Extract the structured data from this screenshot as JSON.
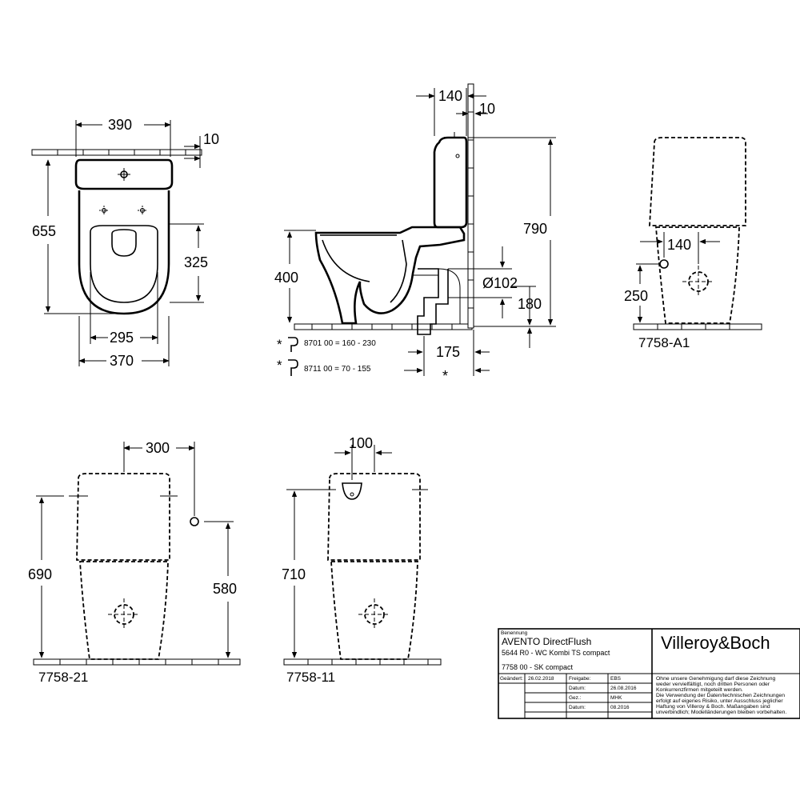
{
  "top_view": {
    "dim_width_top": "390",
    "dim_gap_top": "10",
    "dim_depth": "655",
    "dim_seat_offset": "325",
    "dim_seat_width": "295",
    "dim_bowl_width": "370"
  },
  "side_view": {
    "dim_tank_depth": "140",
    "dim_wall_gap": "10",
    "dim_total_height": "790",
    "dim_seat_height": "400",
    "dim_pipe_diameter": "Ø102",
    "dim_outlet_height": "180",
    "dim_outlet_offset": "175",
    "asterisk": "*",
    "note_1": "8701 00 = 160 - 230",
    "note_2": "8711 00 =  70 -  155"
  },
  "view_a1": {
    "dim_offset": "140",
    "dim_height": "250",
    "label": "7758-A1"
  },
  "view_21": {
    "dim_offset": "300",
    "dim_total": "690",
    "dim_inlet": "580",
    "label": "7758-21"
  },
  "view_11": {
    "dim_offset": "100",
    "dim_total": "710",
    "label": "7758-11"
  },
  "title_block": {
    "benennung_label": "Benennung",
    "product_line1": "AVENTO DirectFlush",
    "product_line2": "5644 R0 - WC Kombi TS compact",
    "product_line3": "7758 00 - SK compact",
    "brand": "Villeroy&Boch",
    "geaendert_label": "Geändert:",
    "geaendert_date": "26.02.2018",
    "freigabe_label": "Freigabe:",
    "freigabe_value": "EBS",
    "datum_label_1": "Datum:",
    "datum_value_1": "26.08.2016",
    "gez_label": "Gez.:",
    "gez_value": "MHK",
    "datum_label_2": "Datum:",
    "datum_value_2": "08.2016",
    "disclaimer_1": "Ohne unsere Genehmigung darf diese Zeichnung",
    "disclaimer_2": "weder vervielfältigt, noch dritten Personen oder",
    "disclaimer_3": "Konkurrenzfirmen mitgeteilt werden.",
    "disclaimer_4": "Die Verwendung der Daten/technischen Zeichnungen",
    "disclaimer_5": "erfolgt auf eigenes Risiko, unter Ausschluss jeglicher",
    "disclaimer_6": "Haftung von Villeroy & Boch. Maßangaben sind",
    "disclaimer_7": "unverbindlich; Modelländerungen bleiben vorbehalten."
  }
}
